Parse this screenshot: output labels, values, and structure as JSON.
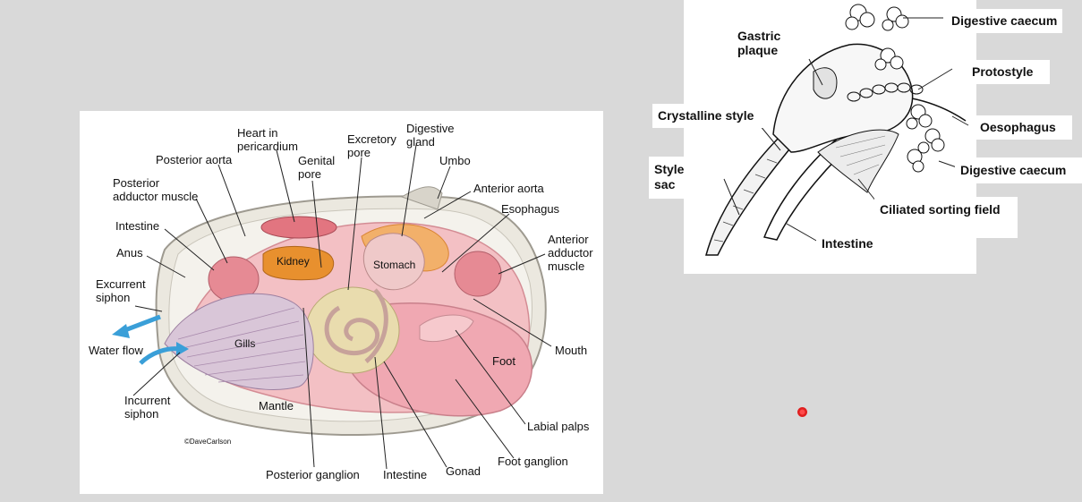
{
  "clam_diagram": {
    "labels": {
      "heart": "Heart in\npericardium",
      "posterior_aorta": "Posterior aorta",
      "genital_pore": "Genital\npore",
      "excretory_pore": "Excretory\npore",
      "digestive_gland": "Digestive\ngland",
      "umbo": "Umbo",
      "posterior_adductor": "Posterior\nadductor muscle",
      "anterior_aorta": "Anterior aorta",
      "esophagus": "Esophagus",
      "intestine_top": "Intestine",
      "anterior_adductor": "Anterior\nadductor\nmuscle",
      "anus": "Anus",
      "kidney": "Kidney",
      "stomach": "Stomach",
      "excurrent_siphon": "Excurrent\nsiphon",
      "water_flow": "Water flow",
      "gills": "Gills",
      "mouth": "Mouth",
      "foot": "Foot",
      "incurrent_siphon": "Incurrent\nsiphon",
      "mantle": "Mantle",
      "labial_palps": "Labial palps",
      "credit": "©DaveCarlson",
      "foot_ganglion": "Foot ganglion",
      "posterior_ganglion": "Posterior ganglion",
      "intestine_bottom": "Intestine",
      "gonad": "Gonad"
    },
    "colors": {
      "shell": "#e9e6de",
      "tissue": "#f2b7be",
      "kidney": "#e8902e",
      "gonad": "#e9dcae",
      "water_arrow": "#3a9fd8",
      "muscle": "#e48890"
    }
  },
  "style_diagram": {
    "labels": {
      "digestive_caecum_top": "Digestive caecum",
      "gastric_plaque": "Gastric\nplaque",
      "protostyle": "Protostyle",
      "crystalline_style": "Crystalline style",
      "oesophagus": "Oesophagus",
      "style_sac": "Style\nsac",
      "digestive_caecum_bottom": "Digestive caecum",
      "ciliated_sorting_field": "Ciliated sorting field",
      "intestine": "Intestine"
    }
  }
}
